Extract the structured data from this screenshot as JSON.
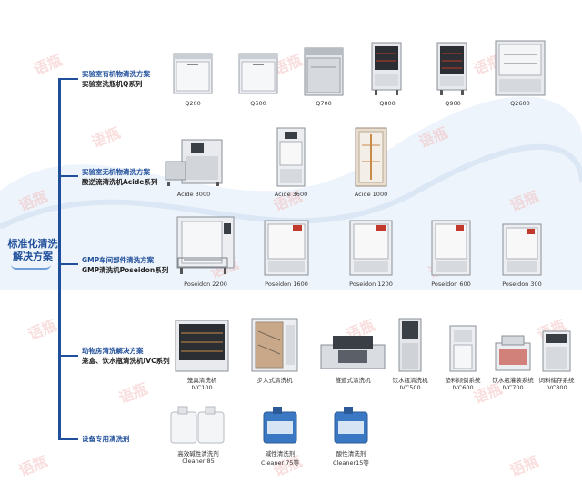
{
  "root": {
    "line1": "标准化清洗",
    "line2": "解决方案"
  },
  "categories": [
    {
      "title": "实验室有机物清洗方案",
      "subtitle": "实验室洗瓶机Q系列"
    },
    {
      "title": "实验室无机物清洗方案",
      "subtitle": "酸逆流清洗机Acide系列"
    },
    {
      "title": "GMP车间部件清洗方案",
      "subtitle": "GMP清洗机Poseidon系列"
    },
    {
      "title": "动物房清洗解决方案",
      "subtitle": "笼盒、饮水瓶清洗机IVC系列"
    },
    {
      "title": "设备专用清洗剂",
      "subtitle": ""
    }
  ],
  "row1": [
    "Q200",
    "Q600",
    "Q700",
    "Q800",
    "Q900",
    "Q2600"
  ],
  "row2": [
    "Acide 3000",
    "Acide 3600",
    "Acide 1000"
  ],
  "row3": [
    "Poseidon 2200",
    "Poseidon 1600",
    "Poseidon 1200",
    "Poseidon 600",
    "Poseidon 300"
  ],
  "row4": [
    {
      "name": "笼具清洗机",
      "model": "IVC100"
    },
    {
      "name": "步入式清洗机",
      "model": ""
    },
    {
      "name": "隧道式清洗机",
      "model": ""
    },
    {
      "name": "饮水瓶清洗机",
      "model": "IVC500"
    },
    {
      "name": "垫料倾倒系统",
      "model": "IVC600"
    },
    {
      "name": "饮水瓶灌装系统",
      "model": "IVC700"
    },
    {
      "name": "饲料储存系统",
      "model": "IVC800"
    }
  ],
  "row5": [
    {
      "name": "高效碱性清洗剂",
      "model": "Cleaner 85"
    },
    {
      "name": "碱性清洗剂",
      "model": "Cleaner 75等"
    },
    {
      "name": "酸性清洗剂",
      "model": "Cleaner15等"
    }
  ],
  "watermark": "语瓶",
  "colors": {
    "primary": "#1f4e9a",
    "machine": "#e9ebee",
    "watermark": "#f2b8b8"
  }
}
